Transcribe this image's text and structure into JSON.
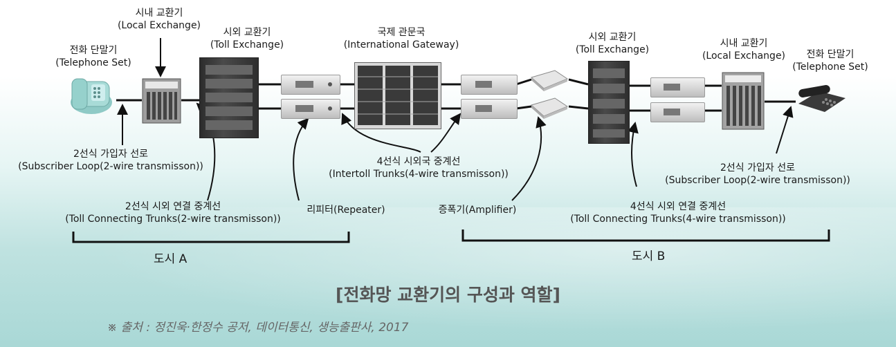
{
  "labels": {
    "local_exchange_left": {
      "ko": "시내 교환기",
      "en": "(Local Exchange)"
    },
    "toll_exchange_left": {
      "ko": "시외 교환기",
      "en": "(Toll Exchange)"
    },
    "telephone_set_left": {
      "ko": "전화 단말기",
      "en": "(Telephone Set)"
    },
    "international_gateway": {
      "ko": "국제 관문국",
      "en": "(International Gateway)"
    },
    "toll_exchange_right": {
      "ko": "시외 교환기",
      "en": "(Toll Exchange)"
    },
    "local_exchange_right": {
      "ko": "시내 교환기",
      "en": "(Local Exchange)"
    },
    "telephone_set_right": {
      "ko": "전화 단말기",
      "en": "(Telephone Set)"
    },
    "subscriber_loop_left": {
      "ko": "2선식 가입자 선로",
      "en": "(Subscriber Loop(2-wire transmisson))"
    },
    "toll_connecting_left": {
      "ko": "2선식 시외 연결 중계선",
      "en": "(Toll Connecting Trunks(2-wire transmisson))"
    },
    "repeater": "리피터(Repeater)",
    "intertoll_trunks": {
      "ko": "4선식 시외국 중계선",
      "en": "(Intertoll Trunks(4-wire transmisson))"
    },
    "amplifier": "증폭기(Amplifier)",
    "subscriber_loop_right": {
      "ko": "2선식 가입자 선로",
      "en": "(Subscriber Loop(2-wire transmisson))"
    },
    "toll_connecting_right": {
      "ko": "4선식 시외 연결 중계선",
      "en": "(Toll Connecting Trunks(4-wire transmisson))"
    }
  },
  "cities": {
    "a": "도시 A",
    "b": "도시 B"
  },
  "title": "[전화망 교환기의 구성과 역할]",
  "source": "※ 출처 : 정진욱·한정수 공저, 데이터통신, 생능출판사, 2017"
}
